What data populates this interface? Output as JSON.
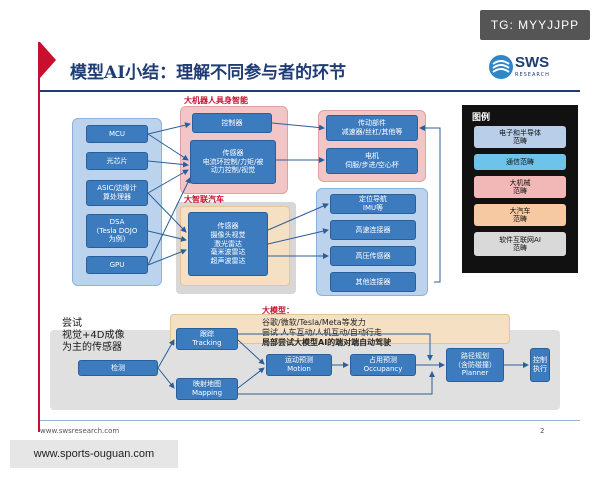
{
  "watermark": "TG: MYYJJPP",
  "title": "模型AI小结：理解不同参与者的环节",
  "logo": {
    "text": "SWS",
    "sub": "RESEARCH"
  },
  "sections": {
    "robot": "大机器人具身智能",
    "car": "大智联汽车"
  },
  "left_chips": [
    "MCU",
    "光芯片",
    "ASIC/边缘计\n算处理器",
    "DSA\n(Tesla DOJO\n为例)",
    "GPU"
  ],
  "robot": {
    "controller": "控制器",
    "sensor": "传感器\n电流环控制/力矩/被\n动力控制/视觉"
  },
  "car_sensor": "传感器\n摄像头视觉\n激光雷达\n毫米波雷达\n超声波雷达",
  "actuators": {
    "transmission": "传动部件\n减速器/丝杠/其他等",
    "motor": "电机\n伺服/步进/空心杯"
  },
  "comms": [
    "定位导航\nIMU等",
    "高速连接器",
    "高压传感器",
    "其他连接器"
  ],
  "legend": {
    "title": "图例",
    "items": [
      "电子和半导体\n范畴",
      "通信范畴",
      "大机械\n范畴",
      "大汽车\n范畴",
      "软件互联网AI\n范畴"
    ]
  },
  "llm": {
    "label": "大模型：",
    "line1": "谷歌/微软/Tesla/Meta等发力",
    "line2": "尝试 人车互动/人机互动/自动行走",
    "line3": "局部尝试大模型AI的端对端自动驾驶"
  },
  "try_text": "尝试\n视觉+4D成像\n为主的传感器",
  "pipeline": {
    "detect": "检测",
    "tracking": "跟踪\nTracking",
    "mapping": "映射地图\nMapping",
    "motion": "运动预测\nMotion",
    "occupancy": "占用预测\nOccupancy",
    "planner": "路径规划\n（含防碰撞）\nPlanner",
    "control": "控制\n执行"
  },
  "footer": {
    "url": "www.swsresearch.com",
    "page": "2"
  },
  "site_badge": "www.sports-ouguan.com",
  "colors": {
    "title": "#1f3c73",
    "accent_red": "#c8102e",
    "box_blue": "#3d7bbf",
    "legend_electronics": "#b9cfe9",
    "legend_comm": "#6ec3e8",
    "legend_machinery": "#f2b8b8",
    "legend_auto": "#f7c9a3",
    "legend_software": "#d9d9d9"
  }
}
